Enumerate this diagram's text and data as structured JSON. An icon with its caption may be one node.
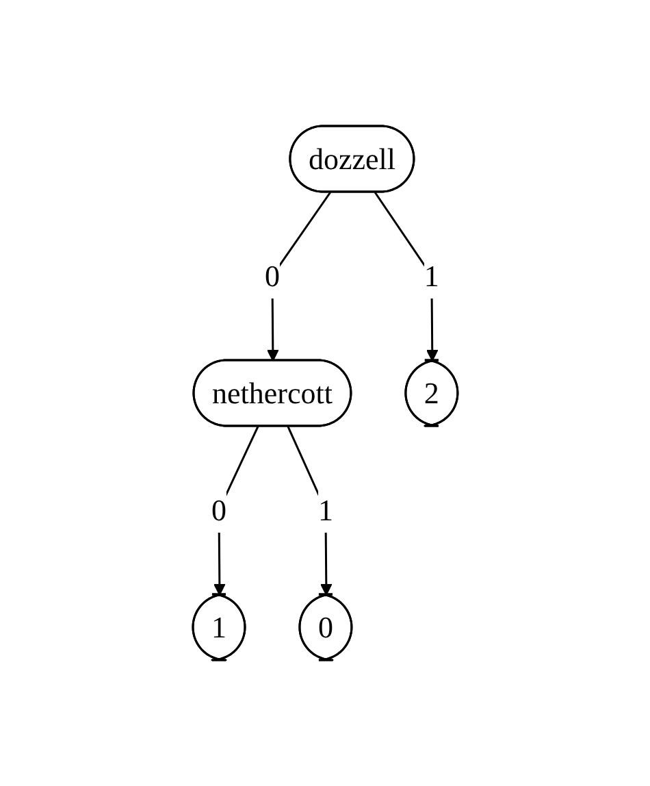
{
  "diagram": {
    "nodes": [
      {
        "text": [
          "dozzell"
        ]
      },
      {
        "text": [
          "nethercott"
        ]
      },
      {
        "text": [
          "2"
        ]
      },
      {
        "text": [
          "1"
        ]
      },
      {
        "text": [
          "0"
        ]
      }
    ],
    "edges": [
      {
        "from": 0,
        "to": 1,
        "label": "0",
        "arrow": "to"
      },
      {
        "from": 0,
        "to": 2,
        "label": "1",
        "arrow": "to"
      },
      {
        "from": 1,
        "to": 3,
        "label": "0",
        "arrow": "to"
      },
      {
        "from": 1,
        "to": 4,
        "label": "1",
        "arrow": "to"
      }
    ]
  }
}
